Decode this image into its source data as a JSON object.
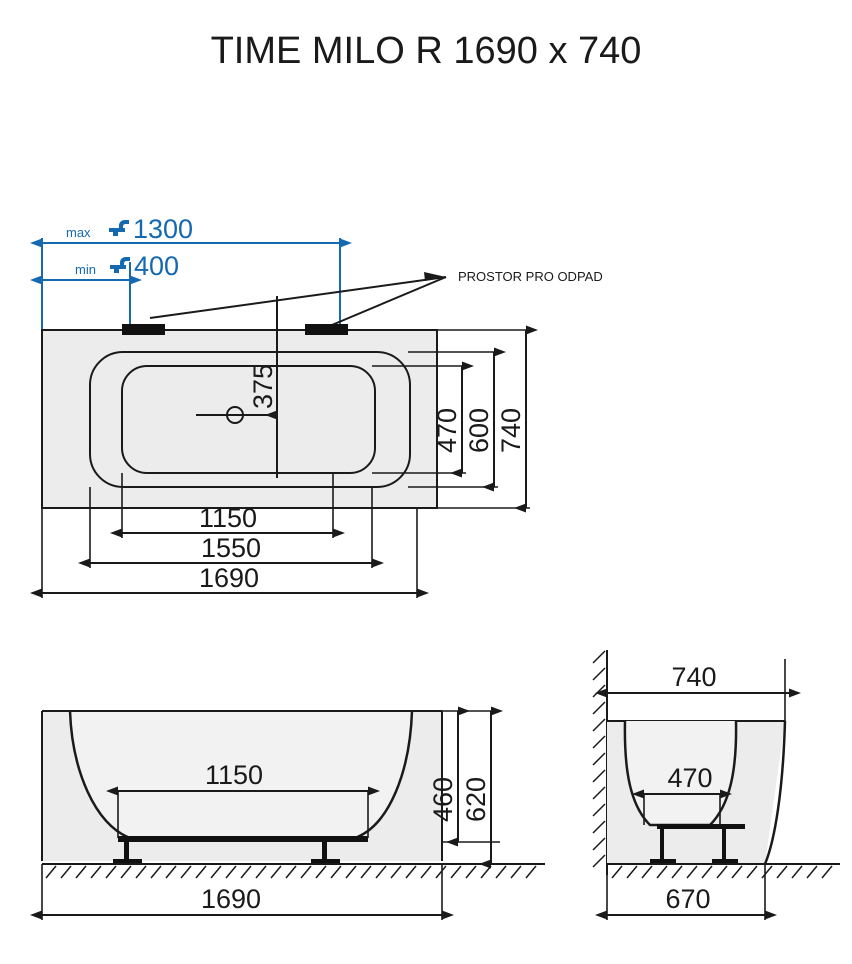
{
  "title": "TIME MILO R 1690 x 740",
  "annotations": {
    "drain_note": "PROSTOR PRO ODPAD",
    "faucet_max_prefix": "max",
    "faucet_max_value": "1300",
    "faucet_min_prefix": "min",
    "faucet_min_value": "400",
    "faucet_icon": "faucet-icon"
  },
  "colors": {
    "blue": "#1569b0",
    "line": "#1a1a1a",
    "fill_body": "#ececec",
    "fill_inner": "#e8e8e8",
    "white": "#ffffff"
  },
  "views": {
    "top": {
      "name": "top-plan-view",
      "dims_horizontal": [
        "1150",
        "1550",
        "1690"
      ],
      "dims_vertical": [
        "470",
        "600",
        "740"
      ],
      "drain_offset": "375"
    },
    "front": {
      "name": "front-elevation-view",
      "dims_horizontal": [
        "1150",
        "1690"
      ],
      "dims_vertical": [
        "460",
        "620"
      ]
    },
    "side": {
      "name": "side-elevation-view",
      "dims": [
        "740",
        "470",
        "670"
      ]
    }
  }
}
